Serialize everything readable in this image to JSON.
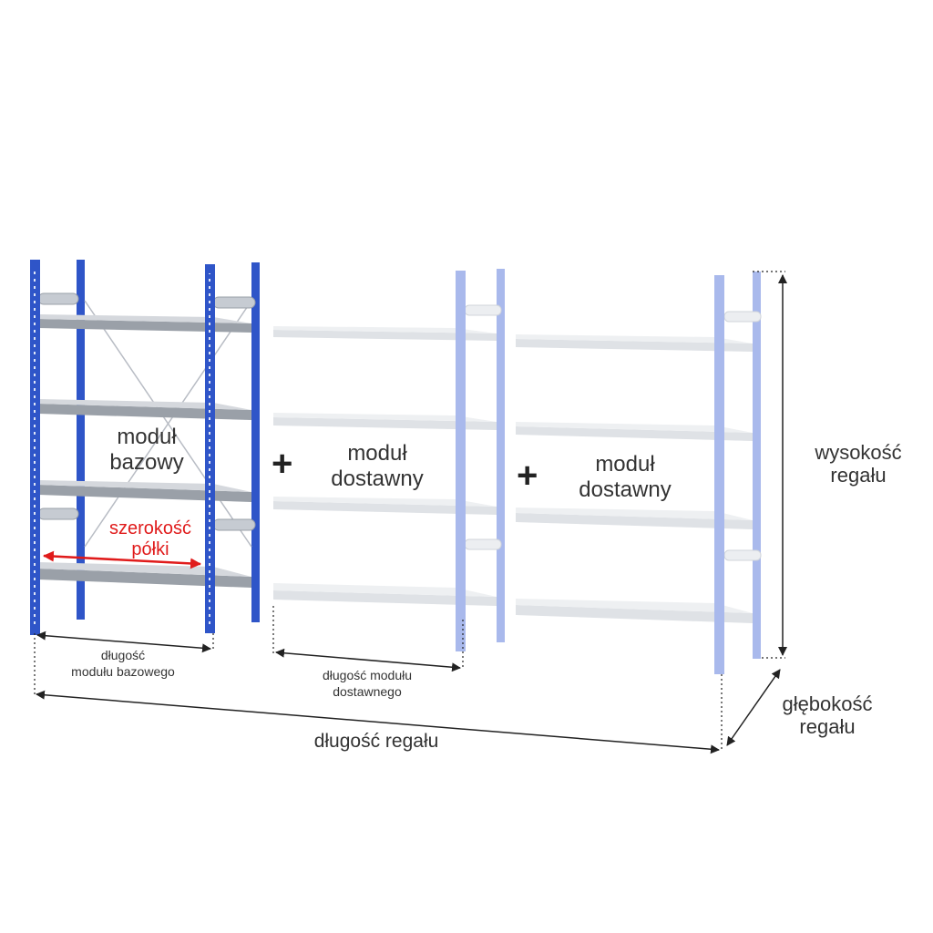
{
  "labels": {
    "modul_bazowy": [
      "moduł",
      "bazowy"
    ],
    "modul_dostawny_1": [
      "moduł",
      "dostawny"
    ],
    "modul_dostawny_2": [
      "moduł",
      "dostawny"
    ],
    "szerokosc_polki": [
      "szerokość",
      "półki"
    ],
    "dlugosc_modulu_bazowego": [
      "długość",
      "modułu bazowego"
    ],
    "dlugosc_modulu_dostawnego": [
      "długość modułu",
      "dostawnego"
    ],
    "dlugosc_regalu": "długość regału",
    "wysokosc_regalu": [
      "wysokość",
      "regału"
    ],
    "glebokosc_regalu": [
      "głębokość",
      "regału"
    ],
    "plus_1": "+",
    "plus_2": "+"
  },
  "colors": {
    "base_upright": "#2f55c8",
    "add_upright": "#a9b9ec",
    "base_shelf": "#9aa0a8",
    "add_shelf": "#e9ebee",
    "arrow": "#222222",
    "red_arrow": "#e01b1b"
  },
  "icons": [
    "plus-icon",
    "double-arrow-icon"
  ]
}
